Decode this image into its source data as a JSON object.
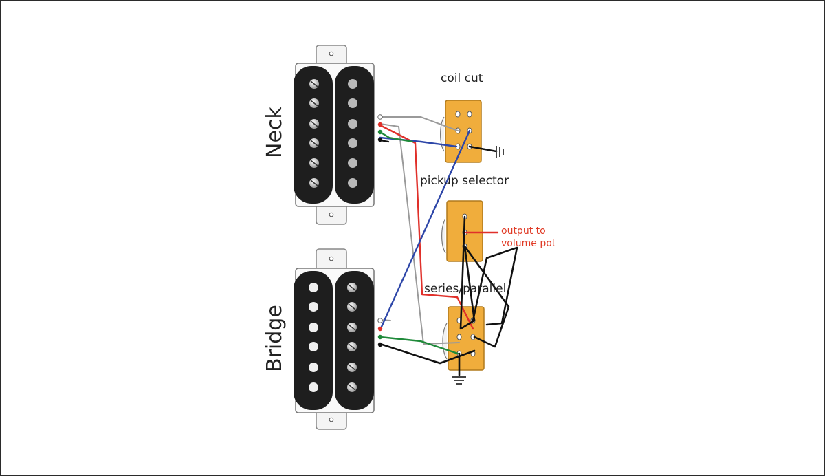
{
  "labels": {
    "neck": "Neck",
    "bridge": "Bridge",
    "coil_cut": "coil cut",
    "pickup_selector": "pickup selector",
    "series_parallel": "series/parallel",
    "output_line1": "output to",
    "output_line2": "volume pot"
  },
  "colors": {
    "pickup_body": "#1e1e1e",
    "switch_body": "#f0ad3c",
    "wire_red": "#e0302a",
    "wire_blue": "#2d46a8",
    "wire_green": "#1f8a3a",
    "wire_black": "#111111",
    "wire_gray": "#9a9a9a",
    "output_text": "#e03a25"
  }
}
